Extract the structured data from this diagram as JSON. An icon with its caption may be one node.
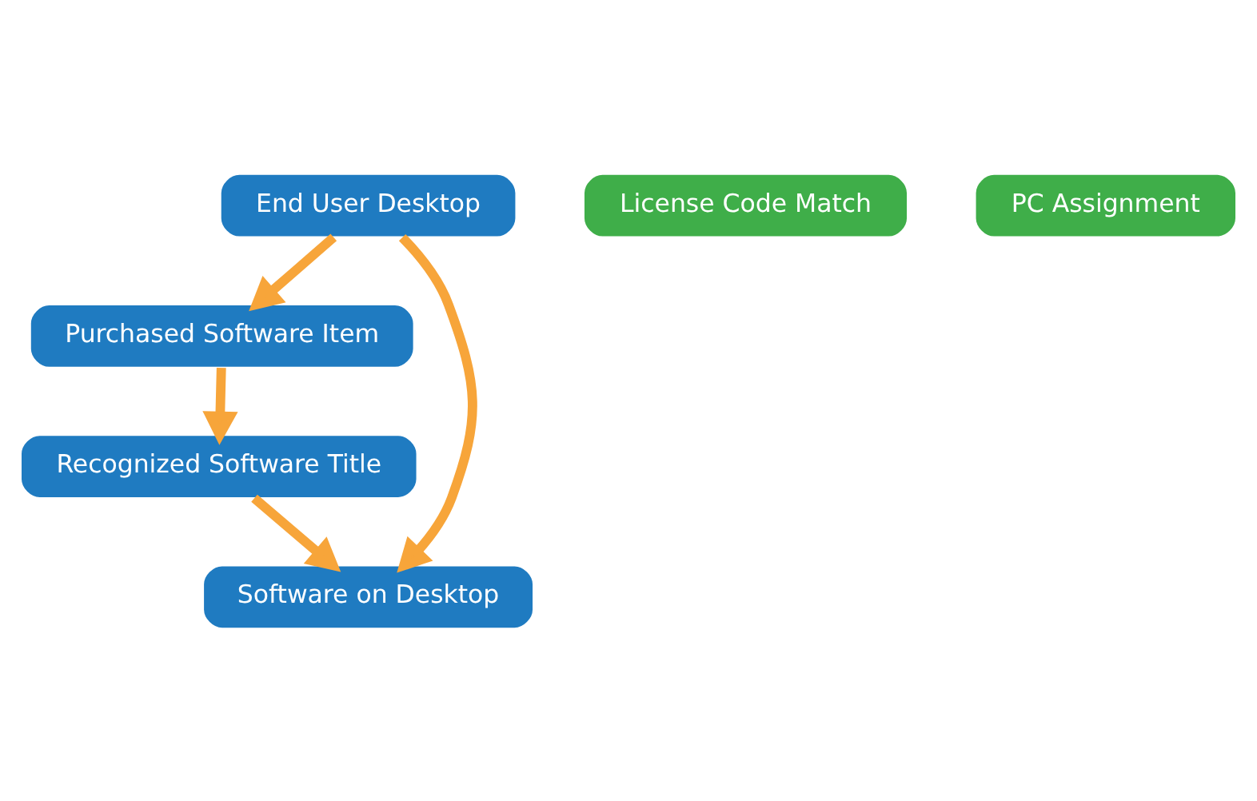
{
  "diagram": {
    "nodes": [
      {
        "text": [
          "Purchased Software Item"
        ]
      },
      {
        "text": [
          "License Code Match"
        ]
      },
      {
        "text": [
          "PC Assignment"
        ]
      },
      {
        "text": [
          "Recognized Software Title"
        ]
      },
      {
        "text": [
          "End User Desktop"
        ]
      },
      {
        "text": [
          "Software on Desktop"
        ]
      }
    ],
    "edges": [
      {
        "from": 4,
        "to": 0,
        "arrow": "to"
      },
      {
        "from": 0,
        "to": 3,
        "arrow": "to"
      },
      {
        "from": 3,
        "to": 5,
        "arrow": "to"
      },
      {
        "from": 4,
        "to": 5,
        "arrow": "to"
      }
    ]
  }
}
